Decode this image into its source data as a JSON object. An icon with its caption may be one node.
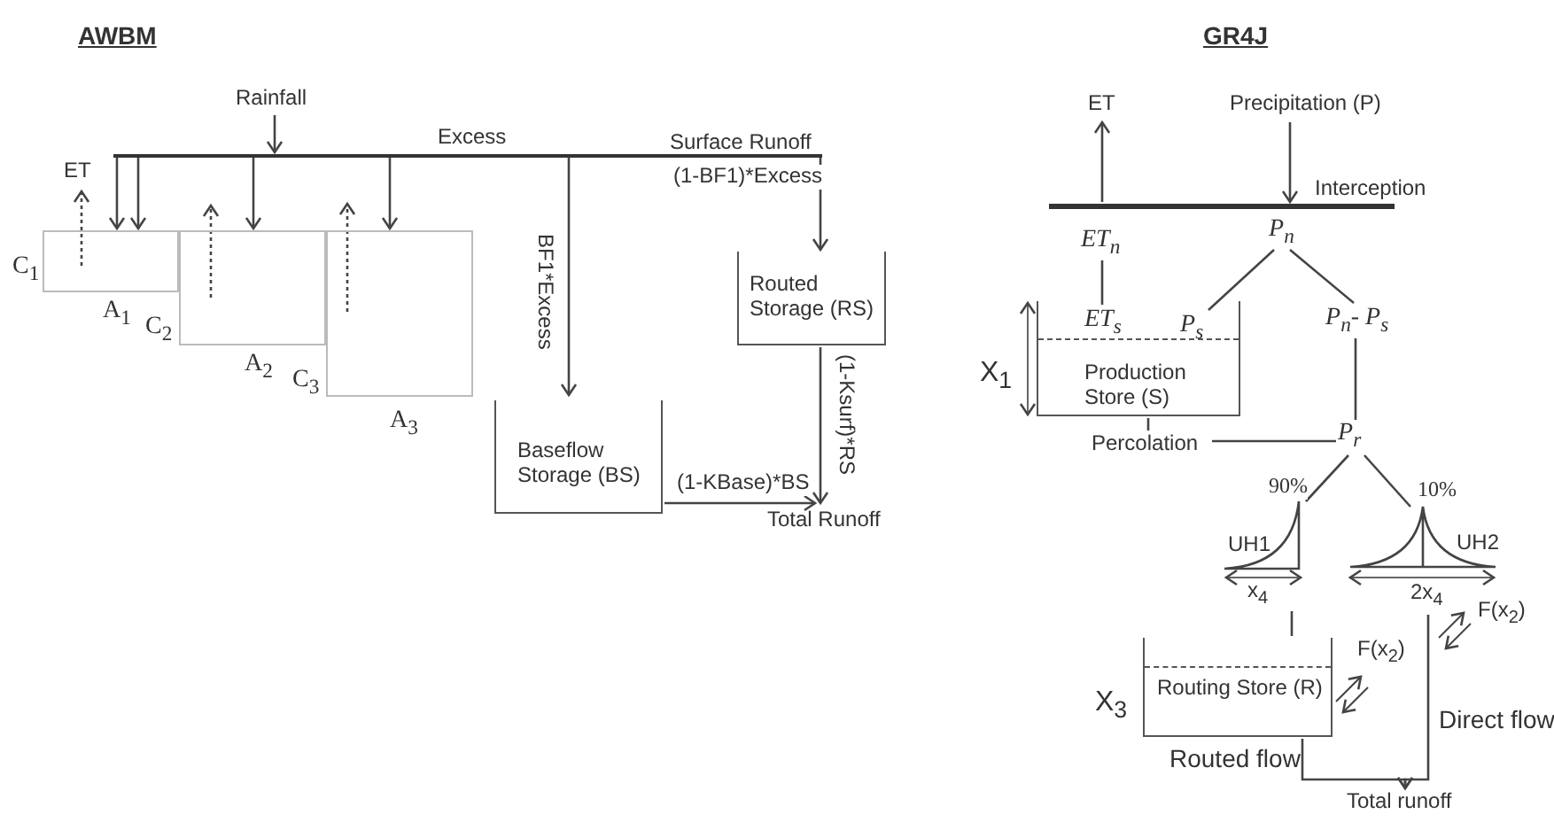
{
  "diagram": {
    "nodes": [
      {
        "text": [
          "Rainfall"
        ]
      },
      {
        "text": [],
        "shape": "bar",
        "beside": [
          "Excess"
        ]
      },
      {
        "text": [
          "ET"
        ]
      },
      {
        "text": [
          "C$_{1}$"
        ],
        "beside": [
          "A$_{1}$"
        ]
      },
      {
        "text": [
          "C$_{2}$"
        ],
        "beside": [
          "A$_{2}$"
        ]
      },
      {
        "text": [
          "C$_{3}$"
        ],
        "beside": [
          "A$_{3}$"
        ]
      },
      {
        "text": [
          "Routed Storage (RS)"
        ]
      },
      {
        "text": [
          "Baseflow Storage (BS)"
        ]
      },
      {
        "text": [
          "Total Runoff"
        ]
      },
      {
        "text": [
          "ET"
        ]
      },
      {
        "text": [
          "Precipitation (P)"
        ]
      },
      {
        "text": [],
        "shape": "bar",
        "beside": [
          "Interception"
        ]
      },
      {
        "text": [
          "ET$_{n}$"
        ]
      },
      {
        "text": [
          "P$_{n}$"
        ]
      },
      {
        "text": [
          "Production Store (S)"
        ],
        "beside": [
          "X$_{1}$"
        ]
      },
      {
        "text": [
          "ET$_{s}$"
        ],
        "in": 14
      },
      {
        "text": [
          "P$_{s}$"
        ],
        "in": 14
      },
      {
        "text": [
          "P$_{n}$- P$_{s}$"
        ]
      },
      {
        "text": [
          "Percolation"
        ]
      },
      {
        "text": [
          "P$_{r}$"
        ]
      },
      {
        "text": [
          "UH1"
        ],
        "beside": [
          "x$_{4}$"
        ]
      },
      {
        "text": [
          "UH2"
        ],
        "beside": [
          "2x$_{4}$"
        ]
      },
      {
        "text": [
          "Routing Store (R)"
        ],
        "beside": [
          "X$_{3}$"
        ]
      },
      {
        "text": [
          "Total runoff"
        ]
      }
    ],
    "edges": [
      {
        "from": 0,
        "to": 1,
        "arrow": "to"
      },
      {
        "from": 1,
        "to": 3,
        "arrow": "to"
      },
      {
        "from": 1,
        "to": 3,
        "arrow": "to"
      },
      {
        "from": 1,
        "to": 4,
        "arrow": "to"
      },
      {
        "from": 1,
        "to": 5,
        "arrow": "to"
      },
      {
        "from": 1,
        "to": 7,
        "arrow": "to",
        "label": "BF1*Excess"
      },
      {
        "from": 1,
        "to": 6,
        "arrow": "to",
        "label": "(1-BF1)*Excess"
      },
      {
        "from": 3,
        "to": 2,
        "arrow": "to",
        "style": "dashed"
      },
      {
        "from": 4,
        "to": null,
        "arrow": "to",
        "style": "dashed"
      },
      {
        "from": 5,
        "to": null,
        "arrow": "to",
        "style": "dashed"
      },
      {
        "from": 7,
        "to": 8,
        "arrow": "to",
        "label": "(1-KBase)*BS"
      },
      {
        "from": 6,
        "to": 8,
        "arrow": "to",
        "label": "(1-Ksurf)*RS"
      },
      {
        "from": 11,
        "to": 9,
        "arrow": "to"
      },
      {
        "from": 10,
        "to": 11,
        "arrow": "to"
      },
      {
        "from": 12,
        "to": 15,
        "arrow": "none"
      },
      {
        "from": 13,
        "to": 16,
        "arrow": "none"
      },
      {
        "from": 13,
        "to": 17,
        "arrow": "none"
      },
      {
        "from": 14,
        "to": 18,
        "arrow": "none"
      },
      {
        "from": 18,
        "to": 19,
        "arrow": "none"
      },
      {
        "from": 17,
        "to": 19,
        "arrow": "none"
      },
      {
        "from": 19,
        "to": 20,
        "arrow": "none",
        "label": "90%"
      },
      {
        "from": 19,
        "to": 21,
        "arrow": "none",
        "label": "10%"
      },
      {
        "from": 20,
        "to": 22,
        "arrow": "none"
      },
      {
        "from": 22,
        "to": 23,
        "arrow": "to",
        "label": "Routed flow"
      },
      {
        "from": 21,
        "to": 23,
        "arrow": "to",
        "label": "Direct flow"
      }
    ],
    "labels": [
      "AWBM",
      "GR4J",
      "Surface Runoff",
      "F(x$_{2}$)",
      "F(x$_{2}$)"
    ]
  }
}
